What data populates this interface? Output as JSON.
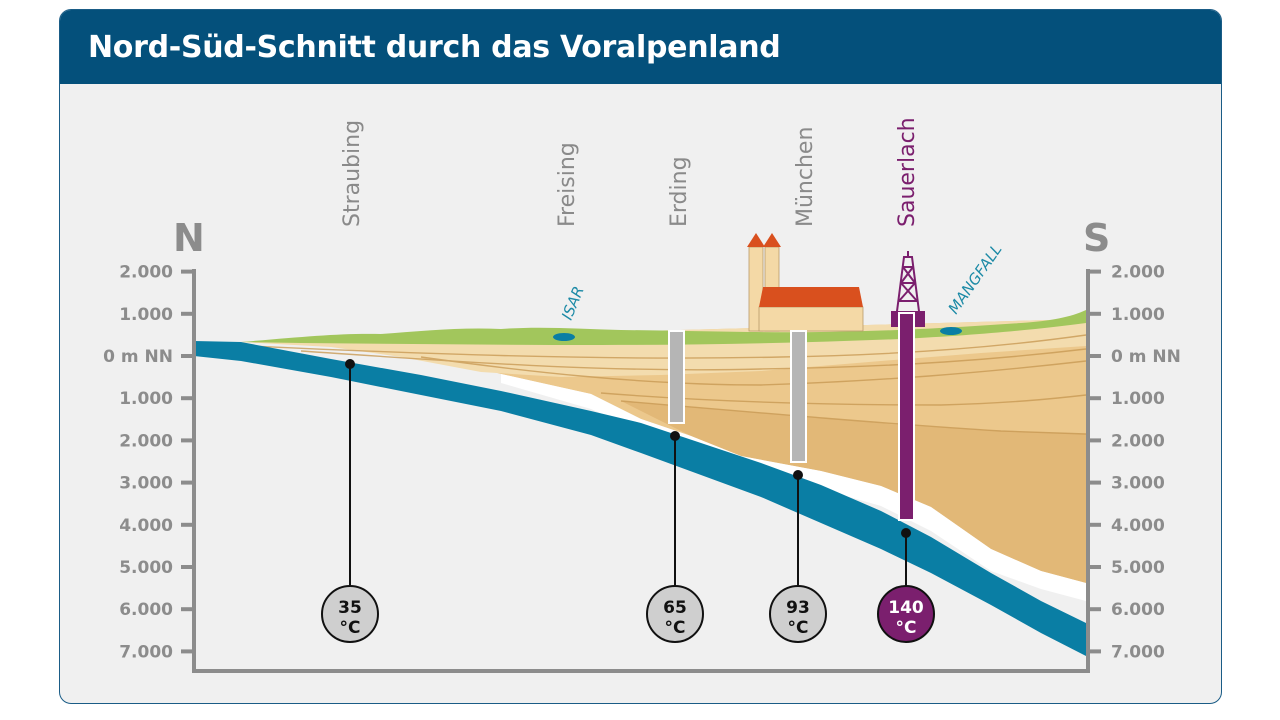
{
  "title": "Nord-Süd-Schnitt durch das Voralpenland",
  "directions": {
    "north": "N",
    "south": "S"
  },
  "depth_axis": {
    "labels": [
      "2.000",
      "1.000",
      "0 m NN",
      "1.000",
      "2.000",
      "3.000",
      "4.000",
      "5.000",
      "6.000",
      "7.000"
    ],
    "values_m": [
      2000,
      1000,
      0,
      -1000,
      -2000,
      -3000,
      -4000,
      -5000,
      -6000,
      -7000
    ]
  },
  "locations": [
    {
      "id": "straubing",
      "name": "Straubing",
      "highlight": false
    },
    {
      "id": "freising",
      "name": "Freising",
      "highlight": false
    },
    {
      "id": "erding",
      "name": "Erding",
      "highlight": false
    },
    {
      "id": "muenchen",
      "name": "München",
      "highlight": false
    },
    {
      "id": "sauerlach",
      "name": "Sauerlach",
      "highlight": true
    }
  ],
  "rivers": [
    {
      "id": "isar",
      "name": "ISAR"
    },
    {
      "id": "mangfall",
      "name": "MANGFALL"
    }
  ],
  "temperatures": [
    {
      "id": "straubing",
      "value": "35",
      "unit": "°C",
      "highlight": false
    },
    {
      "id": "erding",
      "value": "65",
      "unit": "°C",
      "highlight": false
    },
    {
      "id": "muenchen",
      "value": "93",
      "unit": "°C",
      "highlight": false
    },
    {
      "id": "sauerlach",
      "value": "140",
      "unit": "°C",
      "highlight": true
    }
  ],
  "colors": {
    "header": "#04507b",
    "aquifer": "#0a7ea4",
    "surface": "#9fc55a",
    "sediment_light": "#f2d9a8",
    "sediment_mid": "#e8c587",
    "sediment_dark": "#dcae66",
    "well_gray": "#b5b5b5",
    "well_purple": "#7b1f6e",
    "church_roof": "#d9501e",
    "church_wall": "#f4d9a6"
  }
}
